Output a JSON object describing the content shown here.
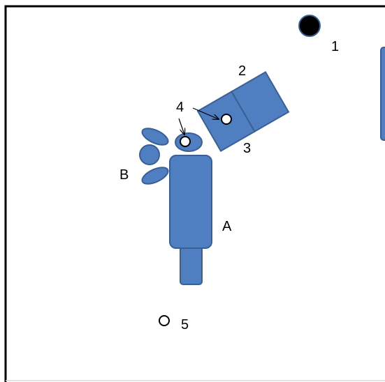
{
  "colors": {
    "shape_fill": "#4f7fc0",
    "shape_stroke": "#3a5f93",
    "room_border": "#000000",
    "marker_fill_dark": "#000000",
    "marker_fill_light": "#ffffff"
  },
  "labels": {
    "marker_1": "1",
    "marker_2": "2",
    "marker_3": "3",
    "marker_4": "4",
    "marker_5": "5",
    "person_a": "A",
    "person_b": "B"
  }
}
